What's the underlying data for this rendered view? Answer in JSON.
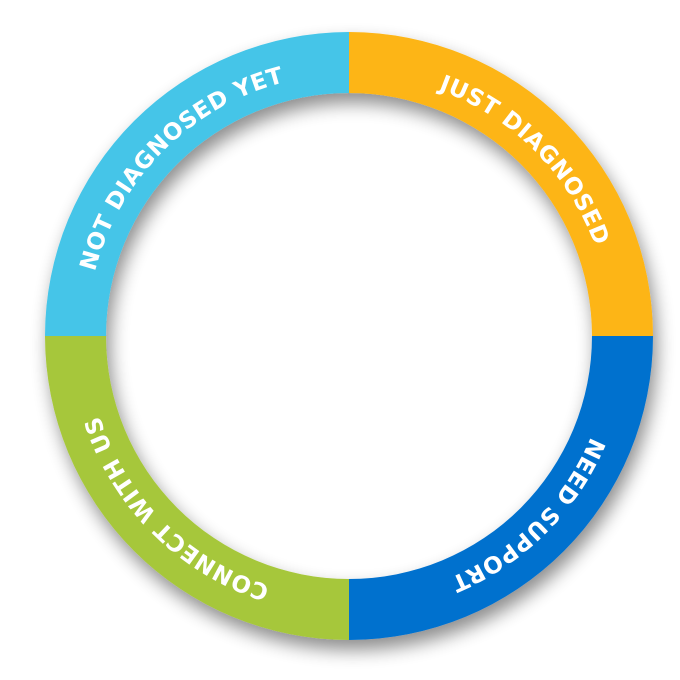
{
  "segments": [
    {
      "label": "JUST DIAGNOSED",
      "color": "#FDB515"
    },
    {
      "label": "NEED SUPPORT",
      "color": "#0071CE"
    },
    {
      "label": "CONNECT WITH US",
      "color": "#A6C73A"
    },
    {
      "label": "NOT DIAGNOSED YET",
      "color": "#45C5E8"
    }
  ]
}
